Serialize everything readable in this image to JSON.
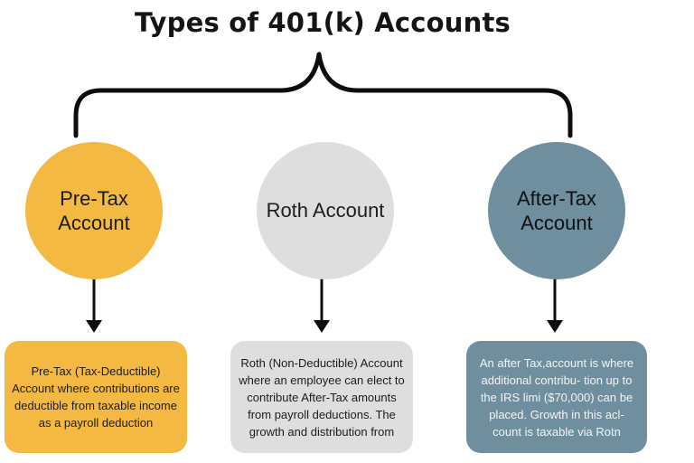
{
  "title": "Types of 401(k) Accounts",
  "colors": {
    "pre_tax": "#f4b942",
    "roth": "#dedede",
    "after_tax": "#6f8e9e",
    "connector": "#0d0d0d"
  },
  "accounts": [
    {
      "name": "Pre-Tax Account",
      "description": "Pre-Tax (Tax-Deductible) Account where contributions are deductible from taxable income as a payroll deduction"
    },
    {
      "name": "Roth Account",
      "description": "Roth (Non-Deductible) Account where an employee can elect to contribute After-Tax amounts from payroll deductions. The growth and distribution from"
    },
    {
      "name": "After-Tax Account",
      "description": "An after Tax,account is where additional contribu- tion up to the IRS limi ($70,000) can be placed. Growth in this acl- count is taxable via Rotn"
    }
  ]
}
